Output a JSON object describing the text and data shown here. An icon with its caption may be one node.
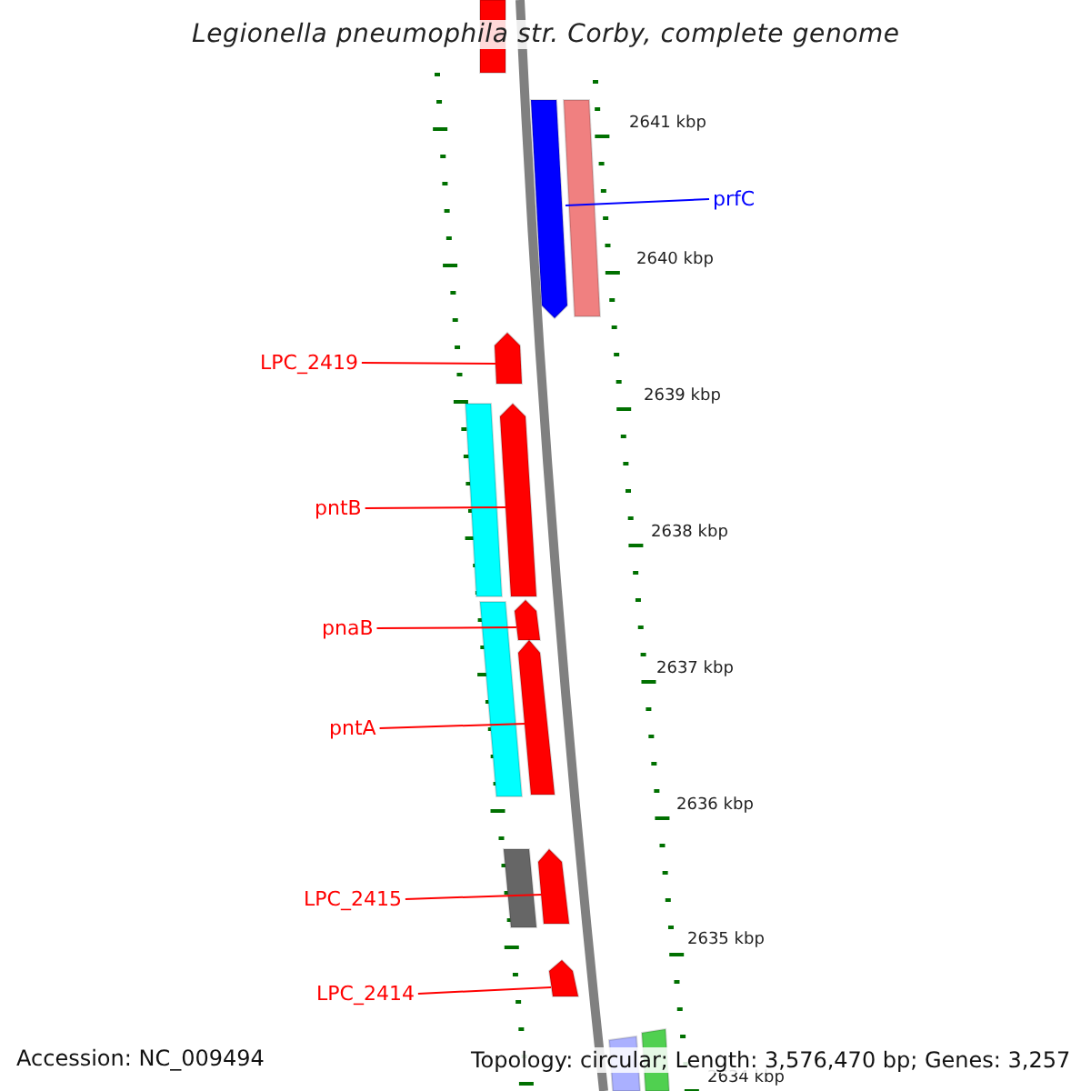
{
  "diagram": {
    "title": "Legionella pneumophila str. Corby, complete genome",
    "nodes": [
      {
        "text": [],
        "shape": "bar"
      },
      {
        "text": [
          "prfC"
        ]
      },
      {
        "text": [],
        "shape": "bar"
      },
      {
        "text": [],
        "shape": "bar"
      },
      {
        "text": [
          "LPC_2419"
        ]
      },
      {
        "text": [],
        "shape": "bar"
      },
      {
        "text": [
          "pntB"
        ]
      },
      {
        "text": [],
        "shape": "bar"
      },
      {
        "text": [],
        "shape": "bar"
      },
      {
        "text": [
          "pnaB"
        ]
      },
      {
        "text": [],
        "shape": "bar"
      },
      {
        "text": [],
        "shape": "bar"
      },
      {
        "text": [
          "pntA"
        ]
      },
      {
        "text": [],
        "shape": "bar"
      },
      {
        "text": [],
        "shape": "bar"
      },
      {
        "text": [
          "LPC_2415"
        ]
      },
      {
        "text": [],
        "shape": "bar"
      },
      {
        "text": [
          "LPC_2414"
        ]
      },
      {
        "text": [],
        "shape": "bar"
      },
      {
        "text": [],
        "shape": "bar"
      },
      {
        "text": [],
        "shape": "bar"
      }
    ],
    "edges": [
      {
        "from": 1,
        "to": 2,
        "arrow": "none",
        "color": "#0000ff"
      },
      {
        "from": 4,
        "to": 5,
        "arrow": "none"
      },
      {
        "from": 6,
        "to": 8,
        "arrow": "none"
      },
      {
        "from": 9,
        "to": 10,
        "arrow": "none"
      },
      {
        "from": 12,
        "to": 13,
        "arrow": "none"
      },
      {
        "from": 15,
        "to": 16,
        "arrow": "none"
      },
      {
        "from": 17,
        "to": 18,
        "arrow": "none"
      }
    ],
    "labels": [
      "2641 kbp",
      "2640 kbp",
      "2639 kbp",
      "2638 kbp",
      "2637 kbp",
      "2636 kbp",
      "2635 kbp",
      "2634 kbp",
      "Accession: NC_009494",
      "Topology: circular; Length: 3,576,470 bp; Genes: 3,257"
    ]
  }
}
